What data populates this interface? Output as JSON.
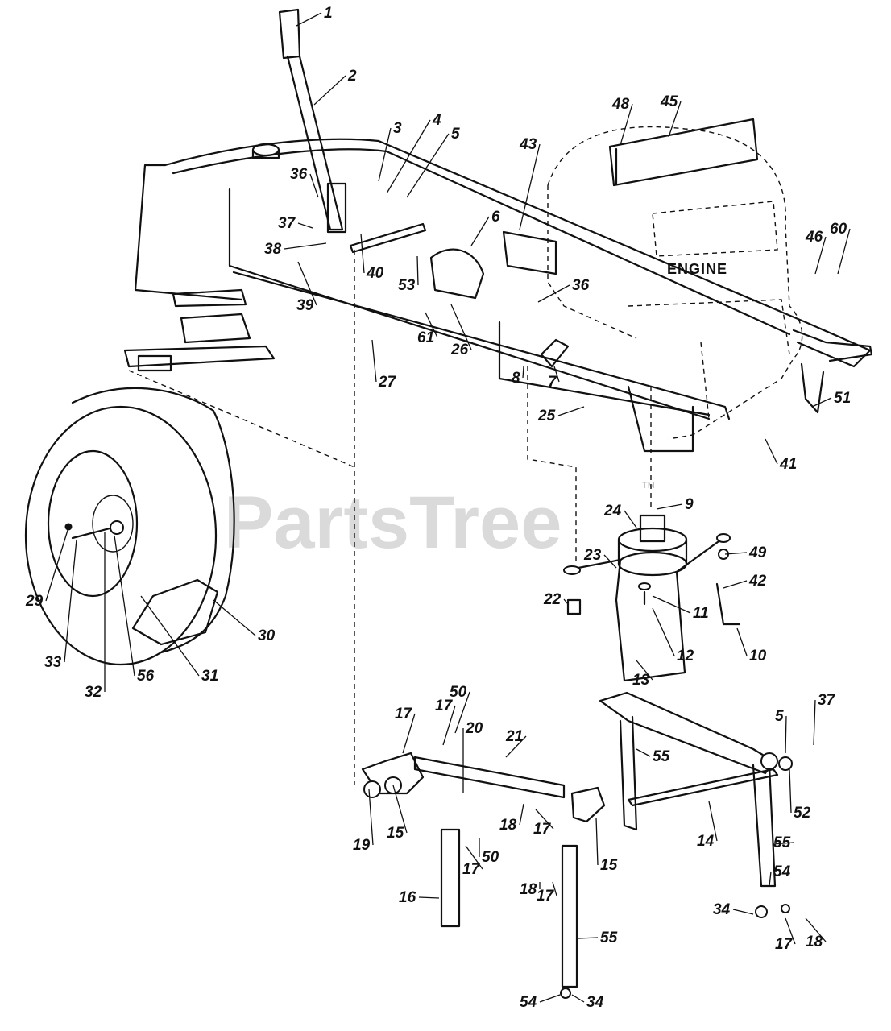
{
  "diagram": {
    "engine_label": "ENGINE",
    "watermark": "PartsTree",
    "watermark_tm": "TM",
    "callouts": [
      "1",
      "2",
      "3",
      "4",
      "5",
      "6",
      "43",
      "48",
      "45",
      "36",
      "37",
      "38",
      "40",
      "53",
      "36",
      "46",
      "60",
      "39",
      "61",
      "26",
      "27",
      "8",
      "7",
      "25",
      "51",
      "41",
      "9",
      "24",
      "49",
      "23",
      "42",
      "22",
      "11",
      "12",
      "10",
      "13",
      "29",
      "30",
      "33",
      "32",
      "56",
      "31",
      "50",
      "17",
      "17",
      "20",
      "21",
      "37",
      "5",
      "55",
      "52",
      "19",
      "15",
      "18",
      "17",
      "50",
      "17",
      "15",
      "14",
      "55",
      "54",
      "16",
      "18",
      "17",
      "34",
      "17",
      "18",
      "55",
      "54",
      "34"
    ]
  }
}
